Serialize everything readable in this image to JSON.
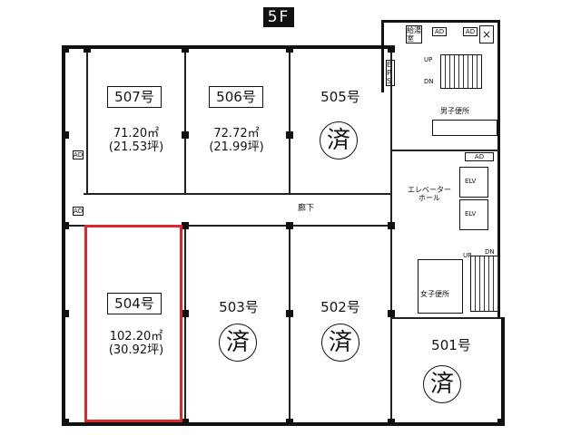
{
  "floor": "5F",
  "rooms": {
    "r507": {
      "number": "507号",
      "area_m2": "71.20㎡",
      "area_tsubo": "(21.53坪)"
    },
    "r506": {
      "number": "506号",
      "area_m2": "72.72㎡",
      "area_tsubo": "(21.99坪)"
    },
    "r505": {
      "number": "505号",
      "status": "済"
    },
    "r504": {
      "number": "504号",
      "area_m2": "102.20㎡",
      "area_tsubo": "(30.92坪)"
    },
    "r503": {
      "number": "503号",
      "status": "済"
    },
    "r502": {
      "number": "502号",
      "status": "済"
    },
    "r501": {
      "number": "501号",
      "status": "済"
    }
  },
  "labels": {
    "corridor": "廊下",
    "elevator_hall": "エレベーター\nホール",
    "elv1": "ELV",
    "elv2": "ELV",
    "mens_toilet": "男子便所",
    "womens_toilet": "女子便所",
    "eps": "EPS",
    "pipe_space": "給湯室",
    "ad_left_top": "AD",
    "ad_left_mid": "AD",
    "ad_right": "AD",
    "ad_top1": "AD",
    "ad_top2": "AD",
    "up1": "UP",
    "dn1": "DN",
    "up2": "UP",
    "dn2": "DN"
  },
  "highlight_color": "#e0262a"
}
